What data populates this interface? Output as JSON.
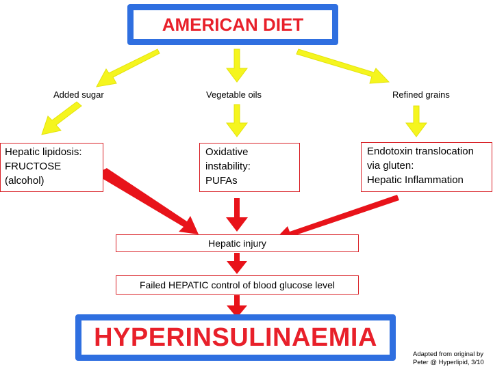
{
  "diagram": {
    "top_title": "AMERICAN DIET",
    "branches": [
      {
        "label": "Added sugar",
        "box_lines": [
          "Hepatic lipidosis:",
          "FRUCTOSE",
          "(alcohol)"
        ]
      },
      {
        "label": "Vegetable oils",
        "box_lines": [
          "Oxidative",
          "instability:",
          "PUFAs"
        ]
      },
      {
        "label": "Refined grains",
        "box_lines": [
          "Endotoxin translocation",
          "via gluten:",
          "Hepatic Inflammation"
        ]
      }
    ],
    "hepatic_injury": "Hepatic injury",
    "failed_control": "Failed HEPATIC control of blood glucose level",
    "bottom_title": "HYPERINSULINAEMIA",
    "credit_lines": [
      "Adapted from original by",
      "Peter @ Hyperlipid, 3/10"
    ]
  },
  "colors": {
    "title_box_border": "#2f6fe0",
    "title_text": "#e8202a",
    "yellow_arrow": "#f5f51e",
    "red_arrow": "#e8131a",
    "red_box_border": "#d81e24"
  }
}
